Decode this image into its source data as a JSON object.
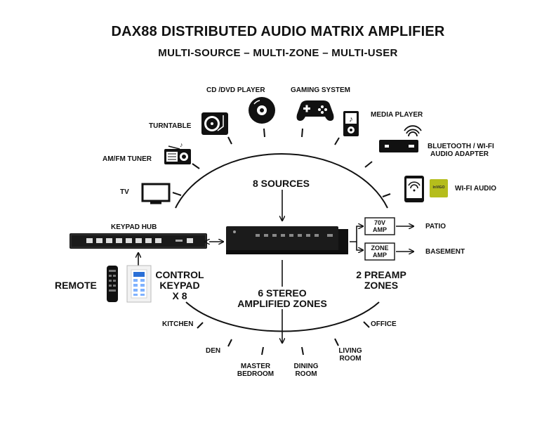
{
  "title": "DAX88 DISTRIBUTED AUDIO MATRIX AMPLIFIER",
  "subtitle": "MULTI-SOURCE – MULTI-ZONE – MULTI-USER",
  "sources": {
    "cd_dvd": "CD /DVD PLAYER",
    "gaming": "GAMING SYSTEM",
    "turntable": "TURNTABLE",
    "media_player": "MEDIA PLAYER",
    "am_fm": "AM/FM TUNER",
    "bluetooth_line1": "BLUETOOTH / WI-FI",
    "bluetooth_line2": "AUDIO ADAPTER",
    "tv": "TV",
    "wifi_audio": "WI-FI AUDIO",
    "wifi_badge": "InVIGO"
  },
  "center": {
    "sources_count": "8 SOURCES",
    "zones_line1": "6 STEREO",
    "zones_line2": "AMPLIFIED ZONES"
  },
  "keypad_hub": "KEYPAD HUB",
  "control": {
    "remote": "REMOTE",
    "keypad_line1": "CONTROL",
    "keypad_line2": "KEYPAD",
    "keypad_line3": "X 8"
  },
  "preamp": {
    "amp70_line1": "70V",
    "amp70_line2": "AMP",
    "zoneamp_line1": "ZONE",
    "zoneamp_line2": "AMP",
    "patio": "PATIO",
    "basement": "BASEMENT",
    "zones_line1": "2 PREAMP",
    "zones_line2": "ZONES"
  },
  "zones": {
    "kitchen": "KITCHEN",
    "office": "OFFICE",
    "den": "DEN",
    "living_line1": "LIVING",
    "living_line2": "ROOM",
    "master_line1": "MASTER",
    "master_line2": "BEDROOM",
    "dining_line1": "DINING",
    "dining_line2": "ROOM"
  },
  "colors": {
    "ink": "#111111",
    "wifi_badge": "#b5bd1c"
  }
}
